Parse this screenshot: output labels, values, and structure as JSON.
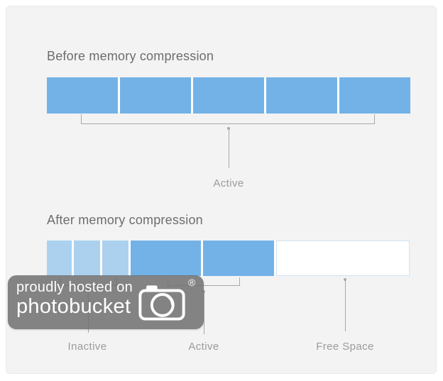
{
  "before": {
    "title": "Before memory compression",
    "pointer_label": "Active",
    "bar_segments": [
      {
        "type": "active"
      },
      {
        "type": "active"
      },
      {
        "type": "active"
      },
      {
        "type": "active"
      },
      {
        "type": "active"
      }
    ]
  },
  "after": {
    "title": "After memory compression",
    "labels": {
      "inactive": "Inactive",
      "active": "Active",
      "free_space": "Free Space"
    },
    "bar_segments": [
      {
        "type": "inactive",
        "width": 35
      },
      {
        "type": "inactive",
        "width": 37
      },
      {
        "type": "inactive",
        "width": 37
      },
      {
        "type": "active",
        "width": 99
      },
      {
        "type": "active",
        "width": 100
      },
      {
        "type": "free"
      }
    ]
  },
  "watermark": {
    "line1": "proudly hosted on",
    "line2": "photobucket",
    "registered_symbol": "®"
  },
  "colors": {
    "active-blue": "#73b2e7",
    "inactive-blue": "#abd1ef",
    "free-fill": "#ffffff",
    "free-border": "#cfe2f2",
    "panel-bg": "#f3f3f3",
    "line-gray": "#a9a9a9",
    "title-gray": "#6d6d6d",
    "label-gray": "#9b9b9b",
    "watermark-bg": "rgba(110,110,110,0.84)",
    "watermark-text": "#ffffff"
  }
}
